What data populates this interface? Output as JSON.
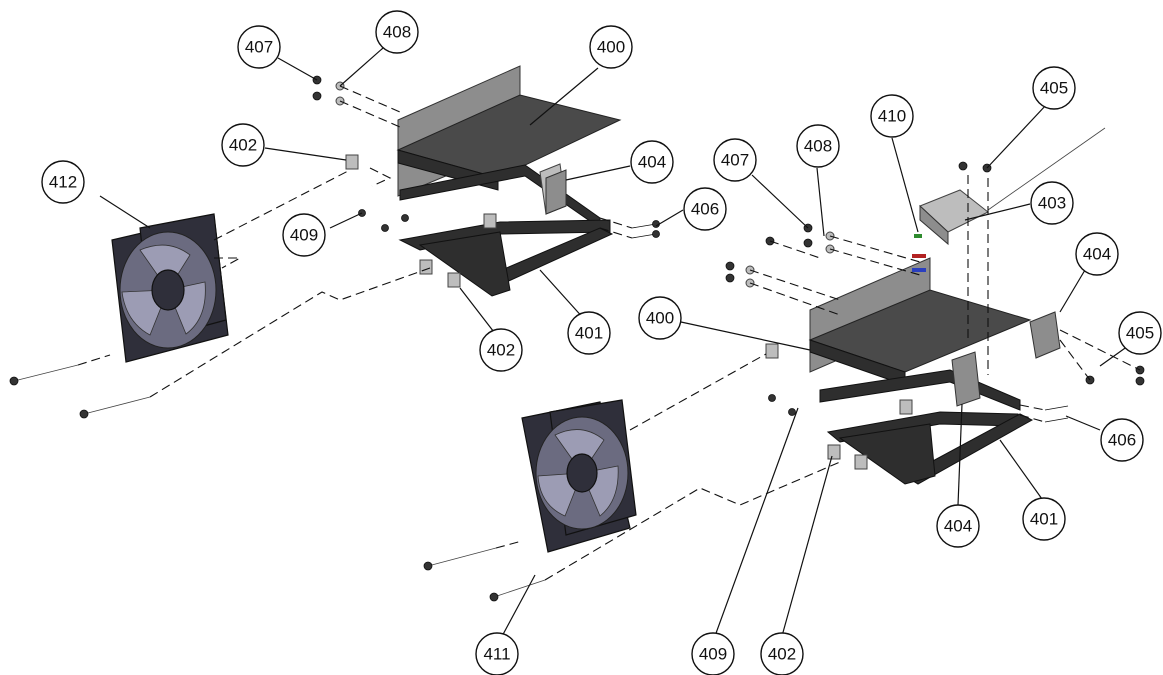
{
  "callouts": {
    "c400a": "400",
    "c401a": "401",
    "c402a": "402",
    "c402b": "402",
    "c404a": "404",
    "c406a": "406",
    "c407a": "407",
    "c408a": "408",
    "c409a": "409",
    "c412a": "412",
    "c400b": "400",
    "c401b": "401",
    "c402c": "402",
    "c403b": "403",
    "c404b": "404",
    "c404c": "404",
    "c405b": "405",
    "c405c": "405",
    "c406b": "406",
    "c407b": "407",
    "c408b": "408",
    "c409b": "409",
    "c410b": "410",
    "c411b": "411"
  }
}
